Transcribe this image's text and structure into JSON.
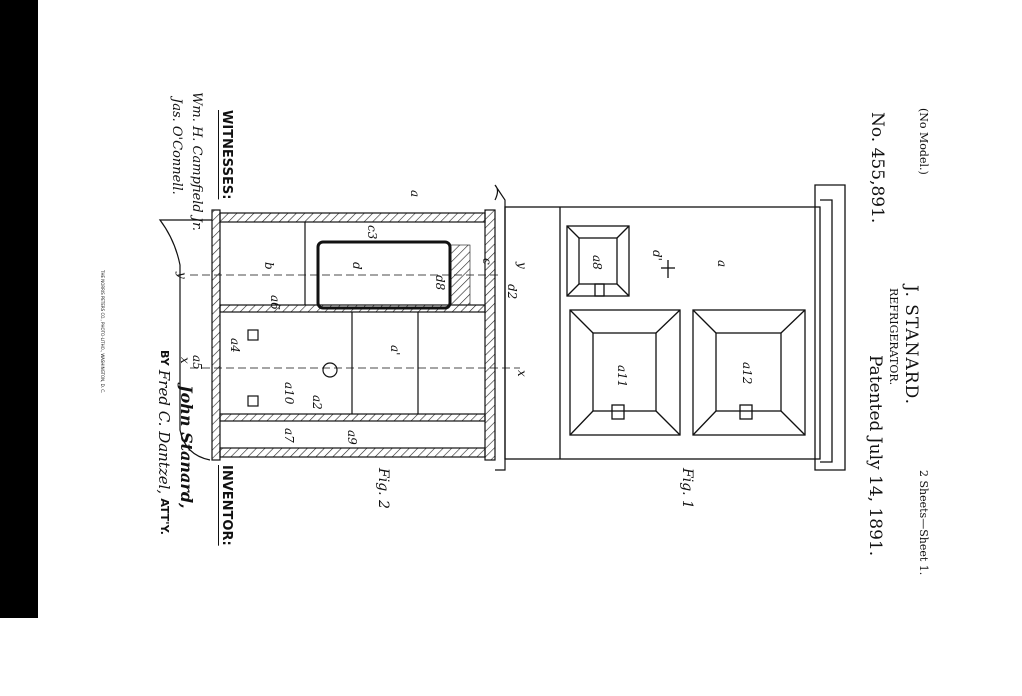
{
  "header": {
    "model": "(No Model.)",
    "sheets": "2 Sheets—Sheet 1.",
    "inventor_name": "J. STANARD.",
    "title": "REFRIGERATOR.",
    "patent_number": "No. 455,891.",
    "patent_date": "Patented July 14, 1891."
  },
  "figures": {
    "fig1": "Fig. 1",
    "fig2": "Fig. 2"
  },
  "witnesses": {
    "heading": "WITNESSES:",
    "signatures": [
      "Wm. H. Campfield Jr.",
      "Jas. O'Connell."
    ]
  },
  "inventor": {
    "heading": "INVENTOR:",
    "signature": "John Stanard,",
    "by": "BY",
    "attorney": "Fred C. Dantzel,",
    "atty": "ATT'Y."
  },
  "printer": "THE NORRIS PETERS CO., PHOTO-LITHO., WASHINGTON, D. C.",
  "labels": [
    "a",
    "a8",
    "a11",
    "a12",
    "d'",
    "a",
    "y",
    "d2",
    "d",
    "d8",
    "c",
    "c3",
    "b",
    "a'",
    "x",
    "a10",
    "a2",
    "a4",
    "a5",
    "x",
    "y",
    "a9",
    "a7",
    "a6"
  ]
}
